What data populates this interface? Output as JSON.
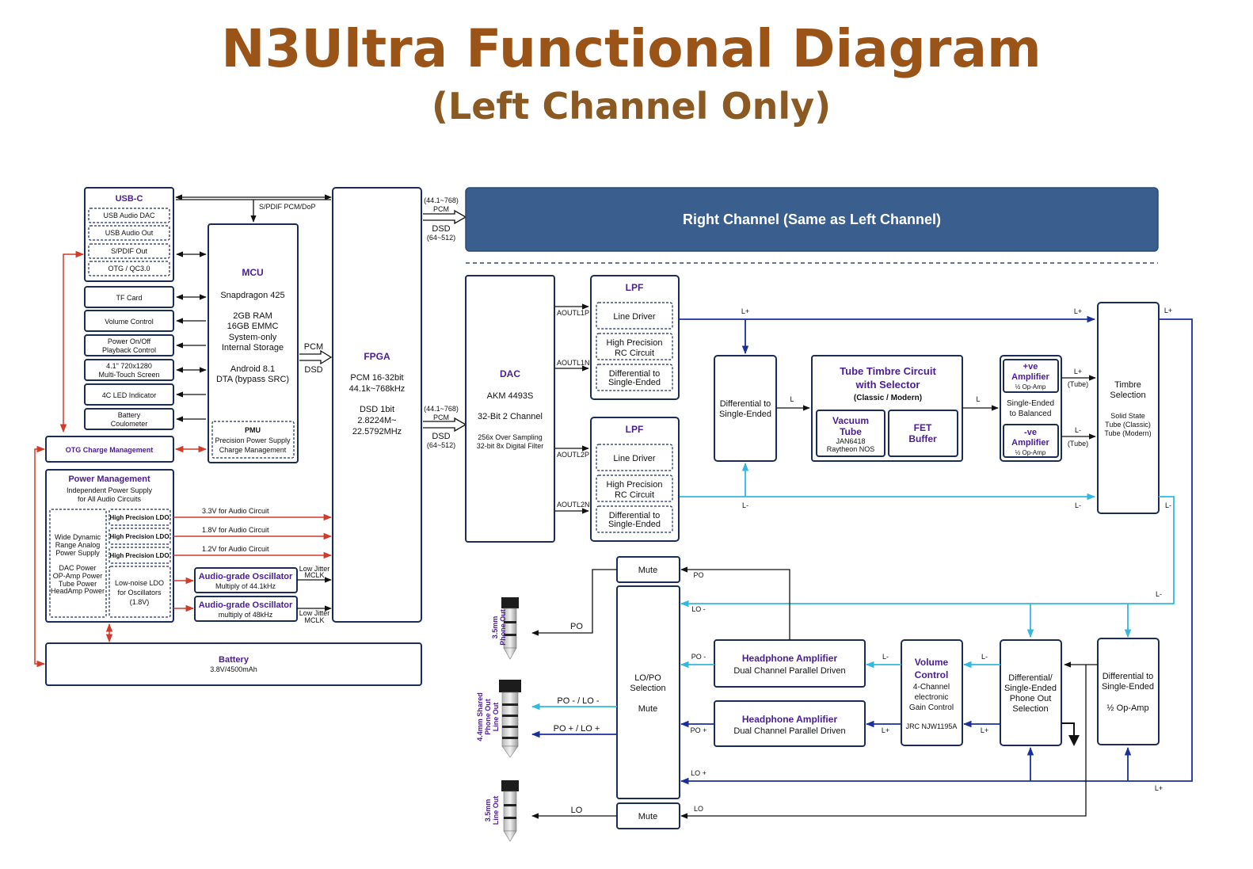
{
  "title": "N3Ultra Functional Diagram",
  "subtitle": "(Left Channel Only)",
  "usbc": {
    "title": "USB-C",
    "items": [
      "USB Audio DAC",
      "USB Audio Out",
      "S/PDIF Out",
      "OTG / QC3.0"
    ]
  },
  "left_blocks": {
    "tf": "TF Card",
    "vol": "Volume Control",
    "power1": "Power On/Off",
    "power2": "Playback Control",
    "screen1": "4.1\" 720x1280",
    "screen2": "Multi-Touch Screen",
    "led": "4C LED Indicator",
    "batc1": "Battery",
    "batc2": "Coulometer",
    "otg": "OTG Charge Management"
  },
  "mcu": {
    "title": "MCU",
    "chip": "Snapdragon 425",
    "lines": [
      "2GB RAM",
      "16GB EMMC",
      "System-only",
      "Internal Storage"
    ],
    "os1": "Android 8.1",
    "os2": "DTA (bypass SRC)",
    "pmu_title": "PMU",
    "pmu1": "Precision Power Supply",
    "pmu2": "Charge Management"
  },
  "fpga": {
    "title": "FPGA",
    "l1": "PCM 16-32bit",
    "l2": "44.1k~768kHz",
    "l3": "DSD 1bit",
    "l4": "2.8224M~",
    "l5": "22.5792MHz"
  },
  "signals": {
    "spdif": "S/PDIF PCM/DoP",
    "pcm": "PCM",
    "dsd": "DSD",
    "pcm_range": "(44.1~768)",
    "dsd_range": "(64~512)"
  },
  "right_channel": "Right Channel (Same as Left Channel)",
  "dac": {
    "title": "DAC",
    "chip": "AKM 4493S",
    "ch": "32-Bit 2 Channel",
    "f1": "256x Over Sampling",
    "f2": "32-bit 8x Digital Filter"
  },
  "aoutl": {
    "p1": "AOUTL1P",
    "n1": "AOUTL1N",
    "p2": "AOUTL2P",
    "n2": "AOUTL2N"
  },
  "lpf": {
    "title": "LPF",
    "line_driver": "Line Driver",
    "rc1": "High Precision",
    "rc2": "RC Circuit",
    "diff1": "Differential to",
    "diff2": "Single-Ended"
  },
  "diff_se": {
    "l1": "Differential to",
    "l2": "Single-Ended"
  },
  "tube": {
    "t1": "Tube Timbre Circuit",
    "t2": "with Selector",
    "t3": "(Classic / Modern)",
    "v1": "Vacuum",
    "v2": "Tube",
    "v3": "JAN6418",
    "v4": "Raytheon NOS",
    "f1": "FET",
    "f2": "Buffer"
  },
  "se_bal": {
    "pos1": "+ve",
    "pos2": "Amplifier",
    "pos3": "½ Op-Amp",
    "mid1": "Single-Ended",
    "mid2": "to Balanced",
    "neg1": "-ve",
    "neg2": "Amplifier",
    "neg3": "½ Op-Amp"
  },
  "timbre": {
    "l1": "Timbre",
    "l2": "Selection",
    "o1": "Solid State",
    "o2": "Tube (Classic)",
    "o3": "Tube (Modern)"
  },
  "wires": {
    "lp": "L+",
    "lm": "L-",
    "l": "L",
    "tube": "(Tube)",
    "po": "PO",
    "pom": "PO -",
    "pop": "PO +",
    "lom": "LO -",
    "lop": "LO +",
    "lo": "LO",
    "po_lo_m": "PO - / LO -",
    "po_lo_p": "PO + / LO +"
  },
  "power": {
    "title": "Power Management",
    "s1": "Independent Power Supply",
    "s2": "for All Audio Circuits",
    "wide": [
      "Wide Dynamic",
      "Range Analog",
      "Power Supply",
      "",
      "DAC Power",
      "OP-Amp Power",
      "Tube Power",
      "HeadAmp Power"
    ],
    "ldo": "High Precision LDO",
    "lnldo": [
      "Low-noise LDO",
      "for Oscillators",
      "(1.8V)"
    ],
    "v33": "3.3V for Audio Circuit",
    "v18": "1.8V for Audio Circuit",
    "v12": "1.2V for Audio Circuit"
  },
  "osc": {
    "title": "Audio-grade Oscillator",
    "m1": "Multiply of 44.1kHz",
    "m2": "multiply of 48kHz",
    "jit1": "Low Jitter",
    "jit2": "MCLK"
  },
  "battery": {
    "title": "Battery",
    "spec": "3.8V/4500mAh"
  },
  "mute": "Mute",
  "lopo": {
    "l1": "LO/PO",
    "l2": "Selection",
    "l3": "Mute"
  },
  "hpa": {
    "title": "Headphone Amplifier",
    "sub": "Dual Channel Parallel Driven"
  },
  "volume": {
    "t1": "Volume",
    "t2": "Control",
    "s1": "4-Channel",
    "s2": "electronic",
    "s3": "Gain Control",
    "chip": "JRC NJW1195A"
  },
  "pho_sel": {
    "l1": "Differential/",
    "l2": "Single-Ended",
    "l3": "Phone Out",
    "l4": "Selection"
  },
  "diff_op": {
    "l1": "Differential to",
    "l2": "Single-Ended",
    "l3": "½ Op-Amp"
  },
  "jacks": {
    "j35po1": "3.5mm",
    "j35po2": "Phone Out",
    "j44a": "4.4mm Shared",
    "j44b": "Phone Out",
    "j44c": "Line Out",
    "j35lo1": "3.5mm",
    "j35lo2": "Line Out"
  },
  "colors": {
    "title": "#9b5418",
    "subtitle": "#8a5a22",
    "box_stroke": "#1b2d55",
    "heading": "#4a1d96",
    "right_panel": "#3a5f8e",
    "positive": "#1a2f9e",
    "negative": "#32b8e3",
    "power": "#d23a2a"
  }
}
